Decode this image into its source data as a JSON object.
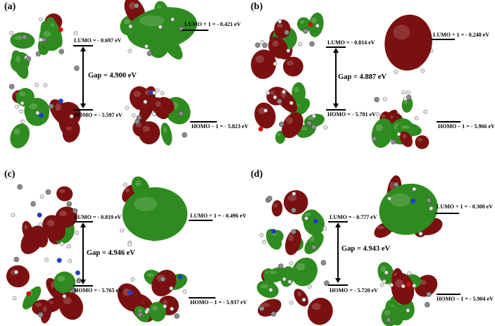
{
  "panels": [
    {
      "label": "(a)",
      "lumo1": "LUMO + 1 = - 0.421 eV",
      "lumo": "LUMO = - 0.697 eV",
      "homo": "HOMO = - 5.597 eV",
      "homo1": "HOMO – 1 = - 5.823 eV",
      "gap": "Gap = 4.900 eV"
    },
    {
      "label": "(b)",
      "lumo1": "LUMO + 1 = - 0.248 eV",
      "lumo": "LUMO = - 0.814 eV",
      "homo": "HOMO = - 5.701 eV",
      "homo1": "HOMO – 1 = - 5.966 eV",
      "gap": "Gap = 4.887 eV"
    },
    {
      "label": "(c)",
      "lumo1": "LUMO + 1 = - 0.496 eV",
      "lumo": "LUMO = - 0.819 eV",
      "homo": "HOMO = - 5.765 eV",
      "homo1": "HOMO – 1 = - 5.937 eV",
      "gap": "Gap = 4.946 eV"
    },
    {
      "label": "(d)",
      "lumo1": "LUMO + 1 = - 0.300 eV",
      "lumo": "LUMO = - 0.777 eV",
      "homo": "HOMO = - 5.720 eV",
      "homo1": "HOMO – 1 = - 5.904 eV",
      "gap": "Gap = 4.943 eV"
    }
  ],
  "colors": {
    "positive_lobe": "#2e8b1f",
    "negative_lobe": "#7a1010",
    "carbon": "#8c8c8c",
    "hydrogen": "#e8e8e8",
    "nitrogen": "#1e3cc8",
    "oxygen": "#d01010"
  }
}
